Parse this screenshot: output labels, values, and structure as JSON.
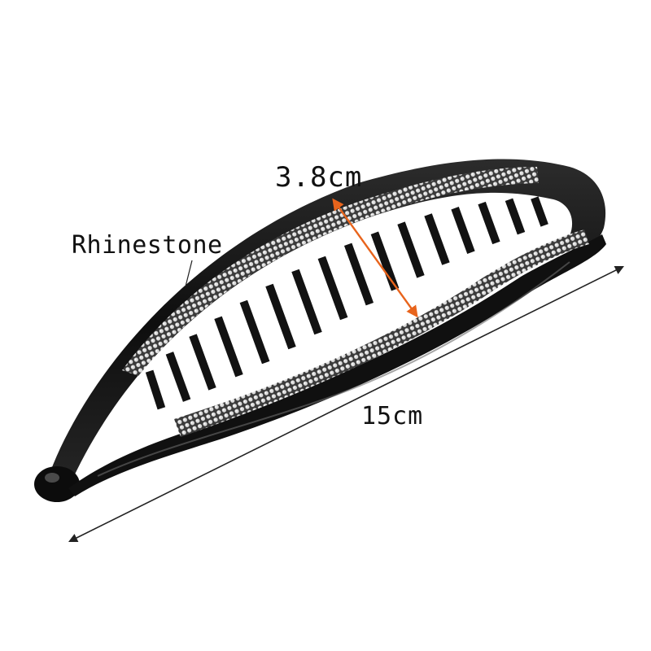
{
  "labels": {
    "width": "3.8cm",
    "material": "Rhinestone",
    "length": "15cm"
  },
  "colors": {
    "clip_body": "#141414",
    "clip_highlight": "#5a5a5a",
    "rhinestone": "#d9d9d9",
    "width_arrow": "#e8641c",
    "length_arrow": "#222222"
  }
}
